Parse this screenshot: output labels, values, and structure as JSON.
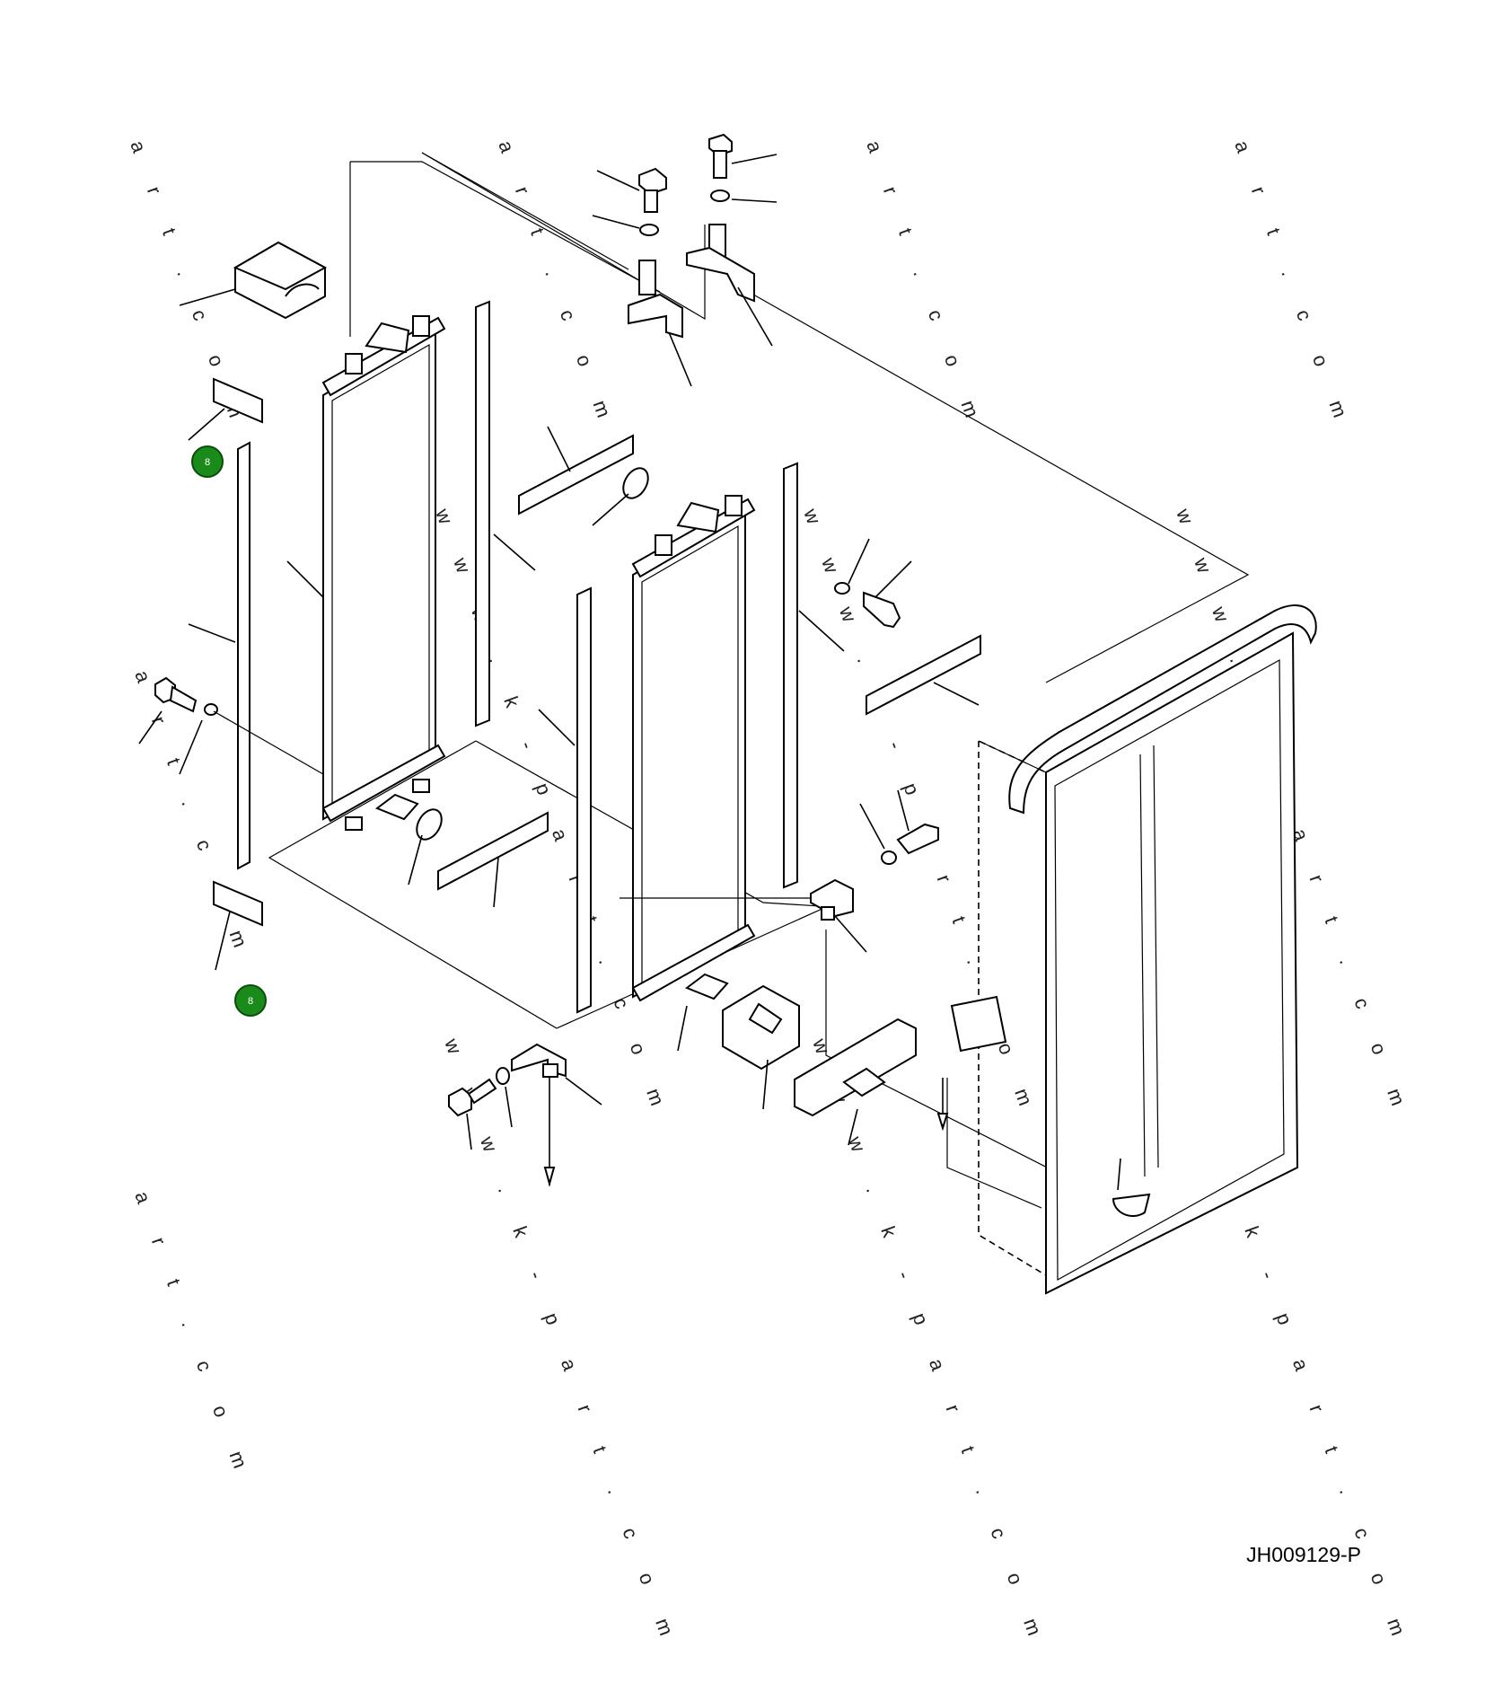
{
  "drawing_code": "JH009129-P",
  "callouts": [
    {
      "label": "8",
      "color": "#1a8a1a"
    },
    {
      "label": "8",
      "color": "#1a8a1a"
    }
  ],
  "watermarks": [
    "a r t . c o m",
    "a r t . c o m",
    "a r t . c o m",
    "a r t . c o m",
    "w w w . k - p a r t . c o m",
    "w w w . k - p a r t . c o m",
    "w w w . k - p a r t . c o m",
    "a r t . c o m",
    "w w w . k - p a r t . c o m",
    "w w w . k - p a r t . c o m",
    "w w w . k - p a r t . c o m",
    "a r t . c o m"
  ]
}
